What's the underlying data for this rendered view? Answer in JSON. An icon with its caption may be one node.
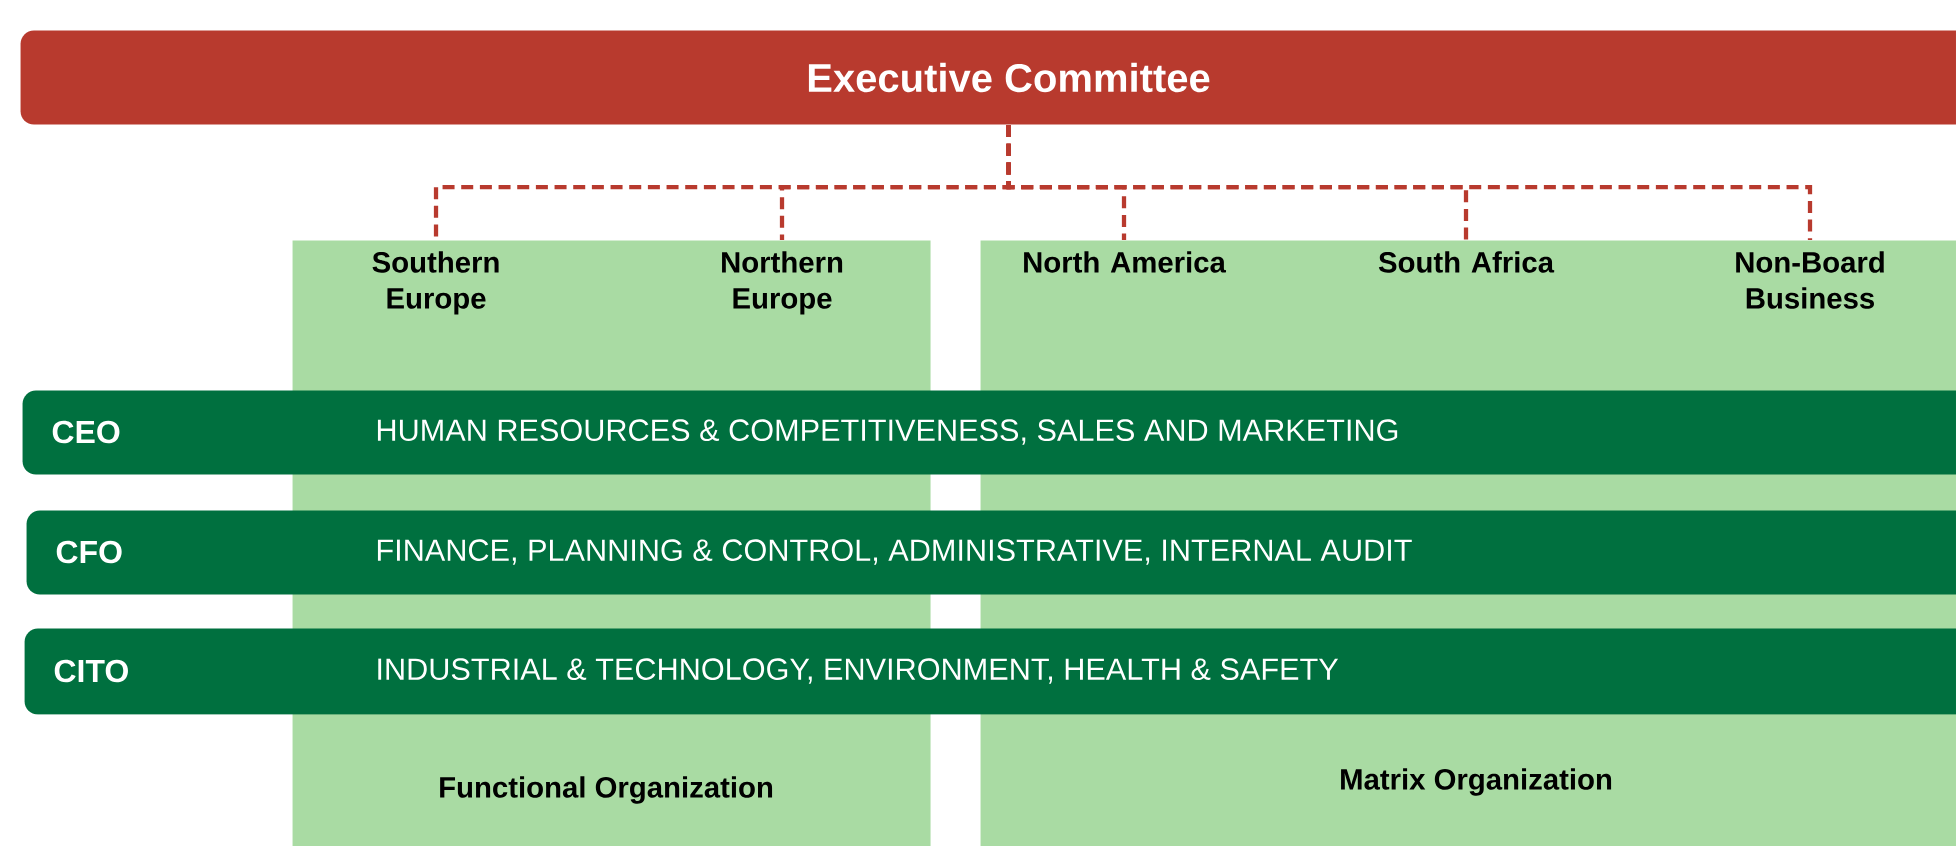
{
  "diagram": {
    "nodes": [
      {
        "text": [
          "Executive Committee"
        ]
      },
      {
        "text": [
          "Functional Organization"
        ]
      },
      {
        "text": [
          "Southern Europe"
        ],
        "in": 1
      },
      {
        "text": [
          "Northern Europe"
        ],
        "in": 1
      },
      {
        "text": [
          "Matrix Organization"
        ]
      },
      {
        "text": [
          "North America"
        ],
        "in": 4
      },
      {
        "text": [
          "South Africa"
        ],
        "in": 4
      },
      {
        "text": [
          "Non-Board Business"
        ],
        "in": 4
      },
      {
        "text": [
          "CEO",
          "HUMAN RESOURCES & COMPETITIVENESS, SALES AND MARKETING"
        ]
      },
      {
        "text": [
          "CFO",
          "FINANCE, PLANNING & CONTROL, ADMINISTRATIVE, INTERNAL AUDIT"
        ]
      },
      {
        "text": [
          "CITO",
          "INDUSTRIAL & TECHNOLOGY, ENVIRONMENT, HEALTH & SAFETY"
        ]
      }
    ],
    "edges": [
      {
        "from": 0,
        "to": 2,
        "arrow": "none",
        "style": "dashed"
      },
      {
        "from": 0,
        "to": 3,
        "arrow": "none",
        "style": "dashed"
      },
      {
        "from": 0,
        "to": 5,
        "arrow": "none",
        "style": "dashed"
      },
      {
        "from": 0,
        "to": 6,
        "arrow": "none",
        "style": "dashed"
      },
      {
        "from": 0,
        "to": 7,
        "arrow": "none",
        "style": "dashed"
      }
    ]
  }
}
